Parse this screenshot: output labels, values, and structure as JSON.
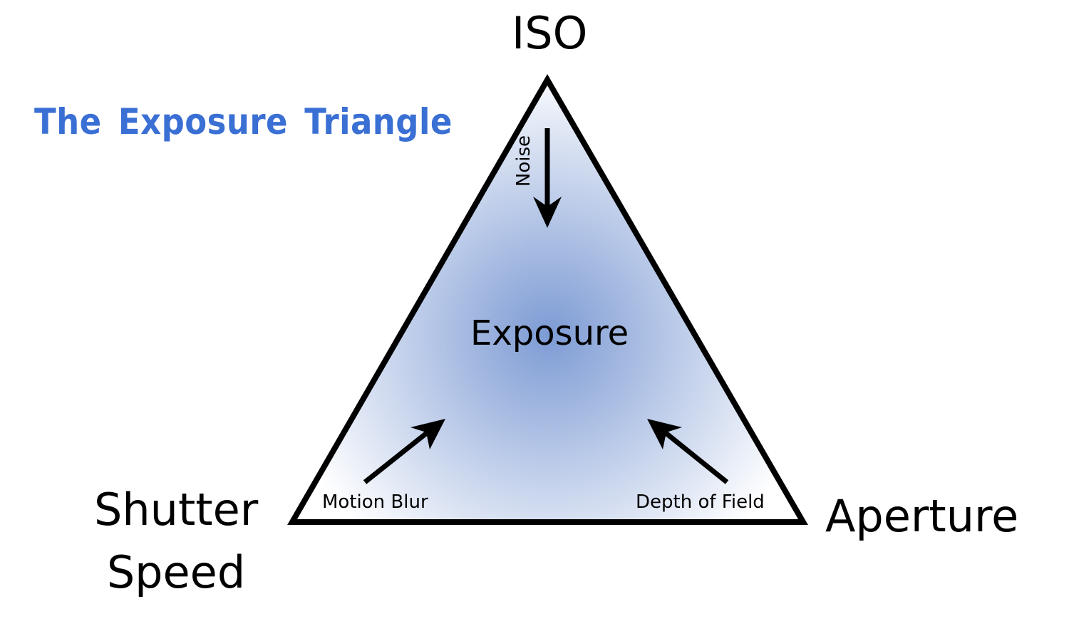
{
  "title": "The Exposure Triangle",
  "colors": {
    "title": "#3a6fd4",
    "gradient_center": "#7d9bd4",
    "gradient_edge": "#ffffff",
    "stroke": "#000000"
  },
  "corners": {
    "top": "ISO",
    "bottom_left": "Shutter Speed",
    "bottom_right": "Aperture"
  },
  "center_label": "Exposure",
  "effects": {
    "iso": "Noise",
    "shutter": "Motion Blur",
    "aperture": "Depth of Field"
  }
}
